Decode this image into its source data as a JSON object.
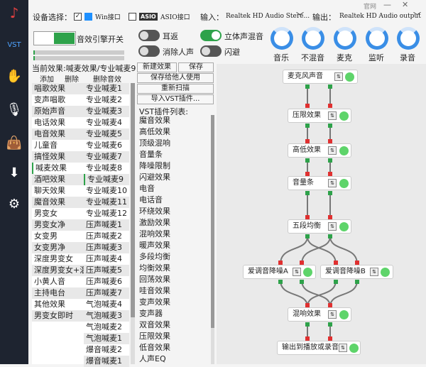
{
  "topbar": {
    "device_label": "设备选择：",
    "win_label": "Win接口",
    "asio_logo": "ASIO",
    "asio_label": "ASIO接口",
    "input_label": "输入：",
    "input_value": "Realtek HD Audio Stere...",
    "output_label": "输出：",
    "output_value": "Realtek HD Audio output",
    "official_label": "官网"
  },
  "sidebar": {
    "vst_label": "VST"
  },
  "toggles": {
    "engine_label": "音效引擎开关",
    "earback": "耳返",
    "stereo_mix": "立体声混音",
    "vocal_remove": "消除人声",
    "duck": "闪避"
  },
  "knobs": [
    "音乐",
    "不混音",
    "麦克",
    "监听",
    "录音"
  ],
  "current_effect": "当前效果:喊麦效果/专业喊麦9",
  "list_buttons": {
    "add": "添加",
    "delete": "删除",
    "delete_effect": "删除音效"
  },
  "effects": [
    "唱歌效果",
    "变声唱歌",
    "原始声音",
    "电话效果",
    "电音效果",
    "儿童音",
    "搞怪效果",
    "喊麦效果",
    "酒吧效果",
    "聊天效果",
    "魔音效果",
    "男变女",
    "男变女净",
    "女变男",
    "女变男净",
    "深度男变女",
    "深度男变女+混响",
    "小黄人音",
    "主持电台",
    "其他效果",
    "男变女即时"
  ],
  "presets": [
    "专业喊麦1",
    "专业喊麦2",
    "专业喊麦3",
    "专业喊麦4",
    "专业喊麦5",
    "专业喊麦6",
    "专业喊麦7",
    "专业喊麦8",
    "专业喊麦9",
    "专业喊麦10",
    "专业喊麦11",
    "专业喊麦12",
    "压声喊麦1",
    "压声喊麦2",
    "压声喊麦3",
    "压声喊麦4",
    "压声喊麦5",
    "压声喊麦6",
    "压声喊麦7",
    "气泡喊麦4",
    "气泡喊麦3",
    "气泡喊麦2",
    "气泡喊麦1",
    "爆音喊麦2",
    "爆音喊麦1"
  ],
  "action_buttons": {
    "new": "新建效果",
    "save": "保存",
    "save_for_others": "保存给他人使用",
    "rescan": "重新扫描",
    "import_vst": "导入VST插件..."
  },
  "vst_list_title": "VST插件列表:",
  "vst_plugins": [
    "魔音效果",
    "高低效果",
    "顶级混响",
    "音量条",
    "降噪限制",
    "闪避效果",
    "电音",
    "电话音",
    "环绕效果",
    "激励效果",
    "混响效果",
    "暖声效果",
    "多段均衡",
    "均衡效果",
    "回荡效果",
    "哇音效果",
    "变声效果",
    "变声器",
    "双音效果",
    "压限效果",
    "低音效果",
    "人声EQ"
  ],
  "flow_nodes": {
    "mic": "麦克风声音",
    "limiter": "压限效果",
    "highlow": "高低效果",
    "volume": "音量条",
    "eq5": "五段均衡",
    "denoise_a": "爱调音降噪A",
    "denoise_b": "爱调音降噪B",
    "reverb": "混响效果",
    "output": "输出到播放或录音"
  },
  "colors": {
    "accent_green": "#2ea24a",
    "accent_blue": "#3a8ee6",
    "pin_red": "#e03030"
  }
}
